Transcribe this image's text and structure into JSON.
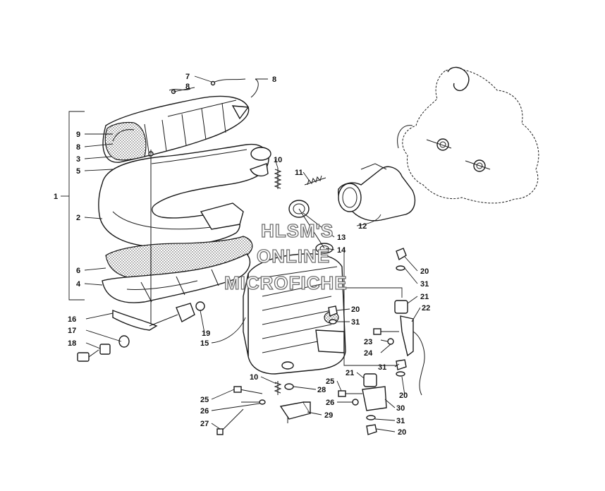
{
  "diagram": {
    "callouts": [
      {
        "id": "c1",
        "text": "1"
      },
      {
        "id": "c2",
        "text": "2"
      },
      {
        "id": "c3",
        "text": "3"
      },
      {
        "id": "c4",
        "text": "4"
      },
      {
        "id": "c5",
        "text": "5"
      },
      {
        "id": "c6",
        "text": "6"
      },
      {
        "id": "c7",
        "text": "7"
      },
      {
        "id": "c8a",
        "text": "8"
      },
      {
        "id": "c8b",
        "text": "8"
      },
      {
        "id": "c8c",
        "text": "8"
      },
      {
        "id": "c9",
        "text": "9"
      },
      {
        "id": "c10a",
        "text": "10"
      },
      {
        "id": "c10b",
        "text": "10"
      },
      {
        "id": "c11",
        "text": "11"
      },
      {
        "id": "c12",
        "text": "12"
      },
      {
        "id": "c13",
        "text": "13"
      },
      {
        "id": "c14",
        "text": "14"
      },
      {
        "id": "c15",
        "text": "15"
      },
      {
        "id": "c16",
        "text": "16"
      },
      {
        "id": "c17",
        "text": "17"
      },
      {
        "id": "c18",
        "text": "18"
      },
      {
        "id": "c19",
        "text": "19"
      },
      {
        "id": "c20a",
        "text": "20"
      },
      {
        "id": "c20b",
        "text": "20"
      },
      {
        "id": "c20c",
        "text": "20"
      },
      {
        "id": "c20d",
        "text": "20"
      },
      {
        "id": "c21a",
        "text": "21"
      },
      {
        "id": "c21b",
        "text": "21"
      },
      {
        "id": "c22",
        "text": "22"
      },
      {
        "id": "c23",
        "text": "23"
      },
      {
        "id": "c24",
        "text": "24"
      },
      {
        "id": "c25a",
        "text": "25"
      },
      {
        "id": "c25b",
        "text": "25"
      },
      {
        "id": "c26a",
        "text": "26"
      },
      {
        "id": "c26b",
        "text": "26"
      },
      {
        "id": "c27",
        "text": "27"
      },
      {
        "id": "c28",
        "text": "28"
      },
      {
        "id": "c29",
        "text": "29"
      },
      {
        "id": "c30",
        "text": "30"
      },
      {
        "id": "c31a",
        "text": "31"
      },
      {
        "id": "c31b",
        "text": "31"
      },
      {
        "id": "c31c",
        "text": "31"
      },
      {
        "id": "c31d",
        "text": "31"
      }
    ],
    "watermark": {
      "line1": "HLSM'S",
      "line2": "ONLINE",
      "line3": "MICROFICHE"
    }
  }
}
